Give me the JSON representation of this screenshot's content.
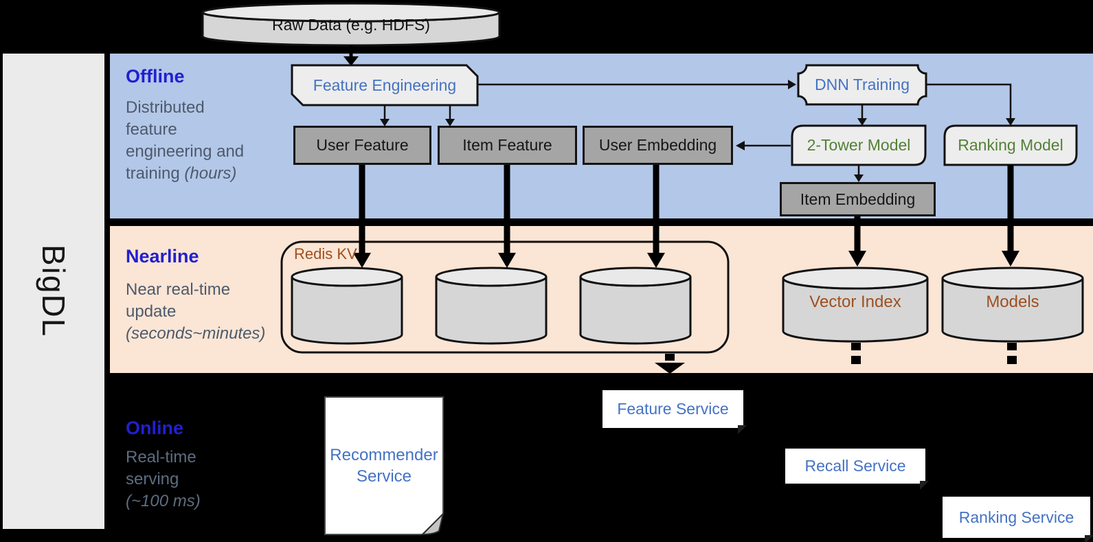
{
  "sidebar": {
    "brand": "BigDL"
  },
  "datastore_top": {
    "label": "Raw Data (e.g. HDFS)"
  },
  "bands": {
    "offline": {
      "title": "Offline",
      "line1": "Distributed",
      "line2": "feature",
      "line3": "engineering and",
      "line4_prefix": "training ",
      "line4_italic": "(hours)"
    },
    "nearline": {
      "title": "Nearline",
      "line1": "Near real-time",
      "line2": "update",
      "line3_italic": "(seconds~minutes)"
    },
    "online": {
      "title": "Online",
      "line1": "Real-time",
      "line2": "serving",
      "line3_italic": "(~100 ms)"
    }
  },
  "offline_nodes": {
    "feature_engineering": "Feature Engineering",
    "dnn_training": "DNN Training",
    "user_feature": "User Feature",
    "item_feature": "Item Feature",
    "user_embedding": "User Embedding",
    "two_tower_model": "2-Tower Model",
    "ranking_model": "Ranking Model",
    "item_embedding": "Item Embedding"
  },
  "nearline_nodes": {
    "redis_kv": "Redis KV",
    "vector_index": "Vector Index",
    "models": "Models"
  },
  "online_nodes": {
    "feature_service": "Feature Service",
    "recommender_service": "Recommender Service",
    "recall_service": "Recall Service",
    "ranking_service": "Ranking Service"
  },
  "colors": {
    "accent_blue": "#4472c4",
    "model_green": "#538135",
    "store_brown": "#9e4f20",
    "band_title_blue": "#2120d0"
  }
}
